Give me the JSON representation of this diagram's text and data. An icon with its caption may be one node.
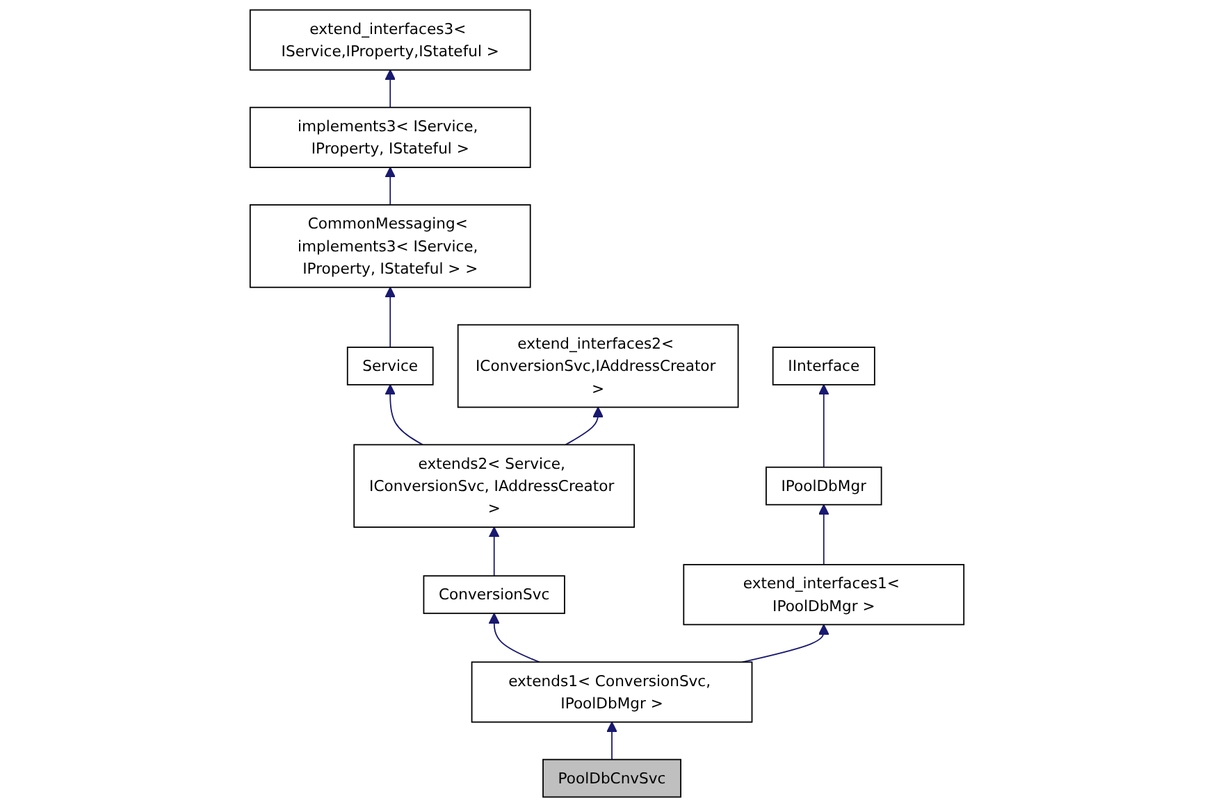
{
  "diagram": {
    "nodes": [
      {
        "text": [
          "extend_interfaces3< IService,IProperty,IStateful >"
        ]
      },
      {
        "text": [
          "implements3< IService, IProperty, IStateful >"
        ]
      },
      {
        "text": [
          "CommonMessaging< implements3< IService, IProperty, IStateful > >"
        ]
      },
      {
        "text": [
          "Service"
        ]
      },
      {
        "text": [
          "extend_interfaces2< IConversionSvc,IAddressCreator >"
        ]
      },
      {
        "text": [
          "IInterface"
        ]
      },
      {
        "text": [
          "extends2< Service, IConversionSvc, IAddressCreator >"
        ]
      },
      {
        "text": [
          "IPoolDbMgr"
        ]
      },
      {
        "text": [
          "ConversionSvc"
        ]
      },
      {
        "text": [
          "extend_interfaces1< IPoolDbMgr >"
        ]
      },
      {
        "text": [
          "extends1< ConversionSvc, IPoolDbMgr >"
        ]
      },
      {
        "text": [
          "PoolDbCnvSvc"
        ]
      }
    ],
    "edges": [
      {
        "from": 1,
        "to": 0,
        "arrow": "to"
      },
      {
        "from": 2,
        "to": 1,
        "arrow": "to"
      },
      {
        "from": 3,
        "to": 2,
        "arrow": "to"
      },
      {
        "from": 6,
        "to": 3,
        "arrow": "to"
      },
      {
        "from": 6,
        "to": 4,
        "arrow": "to"
      },
      {
        "from": 7,
        "to": 5,
        "arrow": "to"
      },
      {
        "from": 8,
        "to": 6,
        "arrow": "to"
      },
      {
        "from": 9,
        "to": 7,
        "arrow": "to"
      },
      {
        "from": 10,
        "to": 8,
        "arrow": "to"
      },
      {
        "from": 10,
        "to": 9,
        "arrow": "to"
      },
      {
        "from": 11,
        "to": 10,
        "arrow": "to"
      }
    ]
  }
}
